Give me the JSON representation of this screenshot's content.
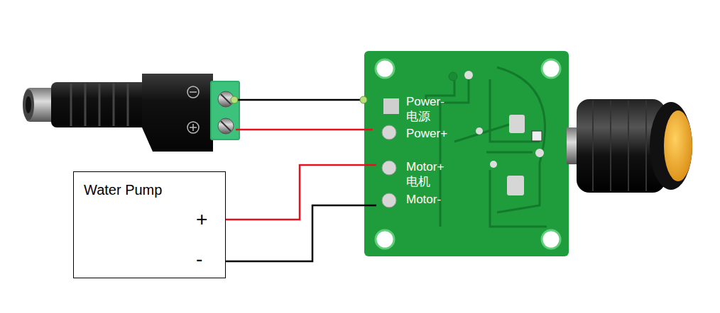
{
  "diagram": {
    "nodes": [
      {
        "text": [
          "Water Pump",
          "+",
          "-"
        ]
      }
    ],
    "labels": [
      "Power-",
      "电源",
      "Power+",
      "Motor+",
      "电机",
      "Motor-"
    ]
  }
}
